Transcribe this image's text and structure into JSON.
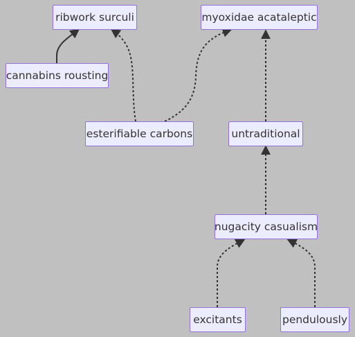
{
  "nodes": {
    "ribwork": "ribwork surculi",
    "myoxidae": "myoxidae acataleptic",
    "cannabins": "cannabins rousting",
    "esterifiable": "esterifiable carbons",
    "untraditional": "untraditional",
    "nugacity": "nugacity casualism",
    "excitants": "excitants",
    "pendulously": "pendulously"
  },
  "edges": [
    {
      "from": "cannabins",
      "to": "ribwork",
      "style": "solid"
    },
    {
      "from": "esterifiable",
      "to": "ribwork",
      "style": "dotted"
    },
    {
      "from": "esterifiable",
      "to": "myoxidae",
      "style": "dotted"
    },
    {
      "from": "untraditional",
      "to": "myoxidae",
      "style": "dotted"
    },
    {
      "from": "nugacity",
      "to": "untraditional",
      "style": "dotted"
    },
    {
      "from": "excitants",
      "to": "nugacity",
      "style": "dotted"
    },
    {
      "from": "pendulously",
      "to": "nugacity",
      "style": "dotted"
    }
  ],
  "colors": {
    "background": "#c0c0c0",
    "node_fill": "#ececff",
    "node_border": "#9370db",
    "edge": "#333333"
  }
}
